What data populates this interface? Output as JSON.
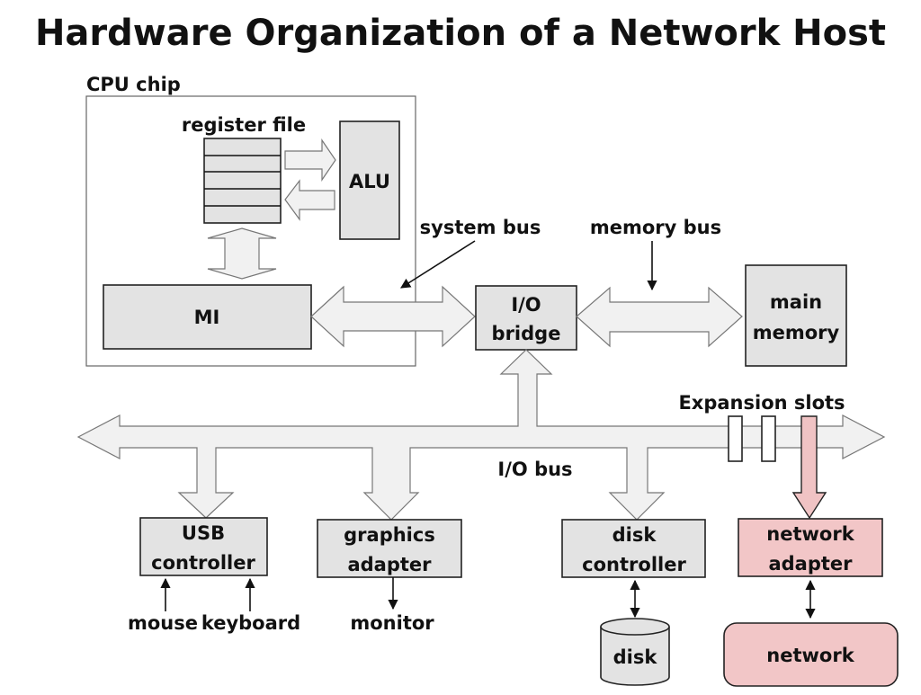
{
  "title": "Hardware Organization of a Network Host",
  "cpu": {
    "chip_label": "CPU chip",
    "register_file_label": "register file",
    "alu_label": "ALU",
    "mi_label": "MI"
  },
  "buses": {
    "system_bus": "system bus",
    "memory_bus": "memory bus",
    "io_bus": "I/O bus",
    "expansion_slots": "Expansion slots"
  },
  "io_bridge": {
    "line1": "I/O",
    "line2": "bridge"
  },
  "main_memory": {
    "line1": "main",
    "line2": "memory"
  },
  "devices": {
    "usb": {
      "line1": "USB",
      "line2": "controller"
    },
    "graphics": {
      "line1": "graphics",
      "line2": "adapter"
    },
    "disk_controller": {
      "line1": "disk",
      "line2": "controller"
    },
    "network_adapter": {
      "line1": "network",
      "line2": "adapter"
    }
  },
  "peripherals": {
    "mouse": "mouse",
    "keyboard": "keyboard",
    "monitor": "monitor",
    "disk": "disk",
    "network": "network"
  },
  "colors": {
    "box_fill": "#e3e3e3",
    "highlight_fill": "#f2c6c7",
    "arrow_fill": "#f1f1f1"
  }
}
